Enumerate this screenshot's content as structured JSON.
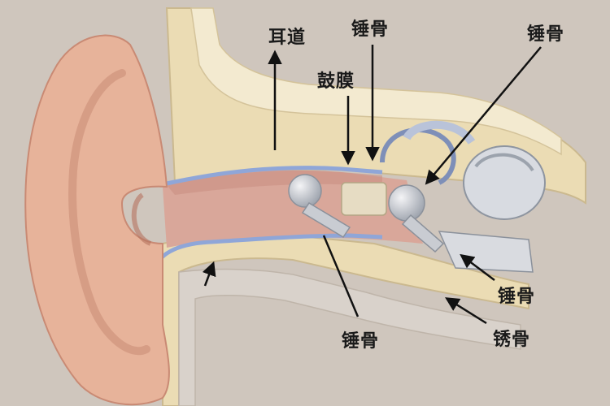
{
  "labels": {
    "ear_canal": "耳道",
    "eardrum": "鼓膜",
    "malleus_top_center": "锤骨",
    "malleus_top_right": "锤骨",
    "malleus_right_middle": "锤骨",
    "malleus_bottom": "锤骨",
    "stapes_bottom_right": "锈骨"
  },
  "colors": {
    "background": "#cfc6bd",
    "skin": "#e7b39a",
    "skin_shadow": "#c98a74",
    "bone": "#e9d7ad",
    "canal_lining": "#8fa6d8",
    "ossicle": "#c9ccd2",
    "arrow": "#111111"
  }
}
